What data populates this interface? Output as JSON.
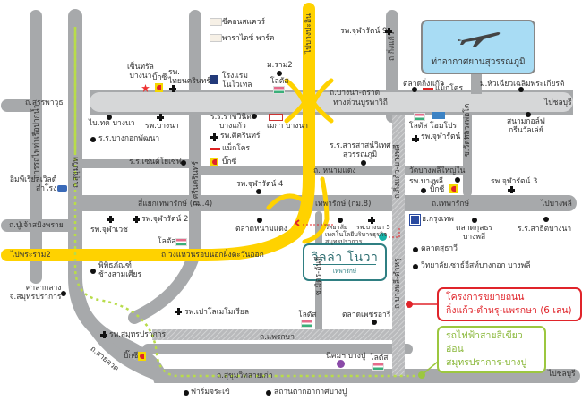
{
  "map": {
    "title": "Villa Nova Theparak location map",
    "colors": {
      "road": "#a7a9ab",
      "highway": "#ffd200",
      "project_brand": "#2f7f82",
      "road_widening": "#e0242a",
      "green_line": "#9cc73f",
      "airport_box": "#a8dcf4"
    },
    "project": {
      "name": "วิลล่า โนวา",
      "sub": "เทพารักษ์",
      "logo_icon": "villa-nova-logo-icon"
    },
    "airport": {
      "label": "ท่าอากาศยานสุวรรณภูมิ",
      "icon": "airplane-icon"
    },
    "callouts": {
      "road_widening": [
        "โครงการขยายถนน",
        "กิ่งแก้ว-ตำหรุ-แพรกษา (6 เลน)"
      ],
      "green_line": [
        "รถไฟฟ้าสายสีเขียวอ่อน",
        "สมุทรปราการ-บางปู"
      ]
    },
    "roads": {
      "sanphawut": "ถ.สรรพาวุธ",
      "bangna_trad": "ถ.บางนา-ตราด",
      "burapha_withi": "ทางด่วนบูรพาวิถี",
      "to_chonburi_top": "ไปชลบุรี",
      "to_chonburi_bottom": "ไปชลบุรี",
      "to_bang_pa_in": "ไปบางปะอิน",
      "king_kaeo": "ถ.กิ่งแก้ว",
      "sukhumvit": "ถ.สุขุมวิท",
      "srinakarin": "ถ.ศรีนครินทร์",
      "nam_daeng": "ถ. หนามแดง",
      "theparak_km4": "สี่แยกเทพารักษ์ (กม.4)",
      "theparak_km8": "เทพารักษ์ (กม.8)",
      "theparak": "ถ.เทพารักษ์",
      "to_bang_phli": "ไปบางพลี",
      "king_kaeo_bang_phli": "ถ.กิ่งแก้ว-บางพลี",
      "bang_phli_tamru": "ถ.บางพลี-ตำหรุ",
      "wat_luang_pho": "ซ.วัดหลวงพ่อโต",
      "mit_ari": "ซ.มิตร-อันดี",
      "pu_chao": "ถ.ปู่เจ้าสมิงพราย",
      "to_rama2": "ไปพระราม2",
      "outer_ring": "ถ.วงแหวนรอบนอกฝั่งตะวันออก",
      "railway": "การรถไฟท่าเรือปากน้ำ",
      "sai_luat": "ถ.สายลวด",
      "phraeksa": "ถ.แพรกษา",
      "old_sukhumvit": "ถ.สุขุมวิทสายเก่า"
    },
    "places": {
      "central_bangna": [
        "เซ็นทรัล",
        "บางนา"
      ],
      "bigc_bangna": "บิ๊กซี",
      "thai_nakarin": [
        "รพ.",
        "ไทยนครินทร์"
      ],
      "c_square": "ซีคอนสแควร์",
      "paradise_park": "พาราไดซ์ พาร์ค",
      "novotel": [
        "โรงแรม",
        "โนโวเทล"
      ],
      "ram2": "ม.ราม2",
      "lotus_bangna": "โลตัส",
      "chularat9": "รพ.จุฬารัตน์ 9",
      "kingkaeo_market": "ตลาดกิ่งแก้ว",
      "makro_kingkaeo": "แม็กโคร",
      "huachiew": "ม.หัวเฉียวเฉลิมพระเกียรติ",
      "bitec": "ไบเทค บางนา",
      "bangna_hosp": "รพ.บางนา",
      "bangkok_patana": "ร.ร.บางกอกพัฒนา",
      "st_joseph": "ร.ร.เซนต์โยเซฟ",
      "ratchawinit": [
        "ร.ร.ราชวินิต",
        "บางแก้ว"
      ],
      "mega_bangna": "เมกา บางนา",
      "sikarin": "รพ.ศิครินทร์",
      "makro_sri": "แม็กโคร",
      "bigc_sri": "บิ๊กซี",
      "lotus_homepro": "โลตัส โฮมโปร",
      "chularat1": "รพ.จุฬารัตน์ 1",
      "green_valley": [
        "สนามกอล์ฟ",
        "กรีนวัลเล่ย์"
      ],
      "sarasas": [
        "ร.ร.สารสาสน์วิเทศ",
        "สุวรรณภูมิ"
      ],
      "wat_bang_phli": "วัดบางพลีใหญ่ใน",
      "bang_phli_hosp": "รพ.บางพลี",
      "bigc_bang_phli": "บิ๊กซี",
      "chularat3": "รพ.จุฬารัตน์ 3",
      "imperial": [
        "อิมพีเรียลเวิลด์",
        "สำโรง"
      ],
      "chularat4": "รพ.จุฬารัตน์ 4",
      "chularat2": "รพ.จุฬารัตน์ 2",
      "chulavech": "รพ.จุฬาเวช",
      "lotus_km": "โลตัส",
      "nam_daeng_market": "ตลาดหนามแดง",
      "tech_college": [
        "วิทยาลัย",
        "เทคโนโลยีบริหารธุรกิจ",
        "สมุทรปราการ"
      ],
      "bangna5": "รพ.บางนา 5",
      "bkk_bank": "ธ.กรุงเทพ",
      "kulthorn_market": [
        "ตลาดกุลธร",
        "บางพลี"
      ],
      "sarit": "ร.ร.สาธิตบางนา",
      "suthawee": "ตลาดสุธาวี",
      "stamford": "วิทยาลัยเซาธ์อีสท์บางกอก บางพลี",
      "erawan_museum": [
        "พิพิธภัณฑ์",
        "ช้างสามเศียร"
      ],
      "city_hall": [
        "ศาลากลาง",
        "จ.สมุทรปราการ"
      ],
      "paolo": "รพ.เปาโลเมโมเรียล",
      "samut_hosp": "รพ.สมุทรปราการ",
      "bigc_samut": "บิ๊กซี",
      "lotus_south": "โลตัส",
      "phet_ari": "ตลาดเพชรอารี",
      "bang_pu_estate": "นิคมฯ บางปู",
      "lotus_bangpu": "โลตัส",
      "farm_crocodile": "ฟาร์มจระเข้",
      "bang_pu_weather": "สถานตากอากาศบางปู"
    }
  }
}
